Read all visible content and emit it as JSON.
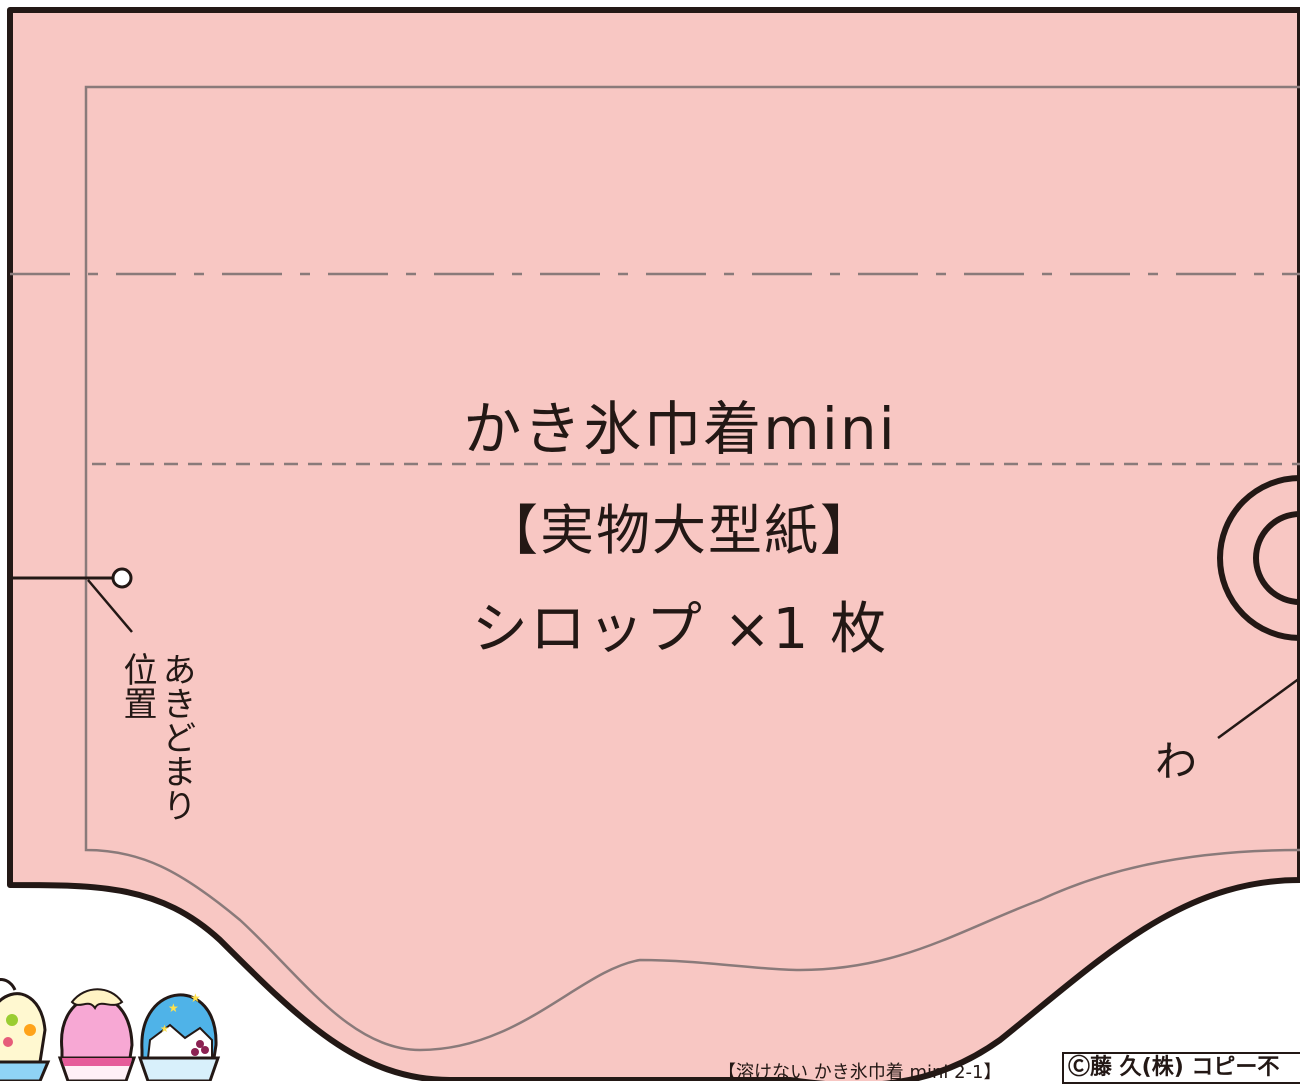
{
  "pattern": {
    "title": "かき氷巾着mini",
    "subtitle": "【実物大型紙】",
    "piece_label": "シロップ ×1 枚",
    "opening_label_col1": "あきどまり",
    "opening_label_col2": "位置",
    "fold_label": "わ",
    "fill_color": "#f8c7c3",
    "outline_color": "#231815",
    "seam_color": "#8a7a7a"
  },
  "footer": {
    "label": "【溶けない かき氷巾着 mini 2-1】",
    "copyright": "Ⓒ藤 久(株) コピー不"
  },
  "decorations": {
    "icons": [
      "shaved-ice-fruit-icon",
      "shaved-ice-strawberry-icon",
      "shaved-ice-blue-icon"
    ]
  }
}
